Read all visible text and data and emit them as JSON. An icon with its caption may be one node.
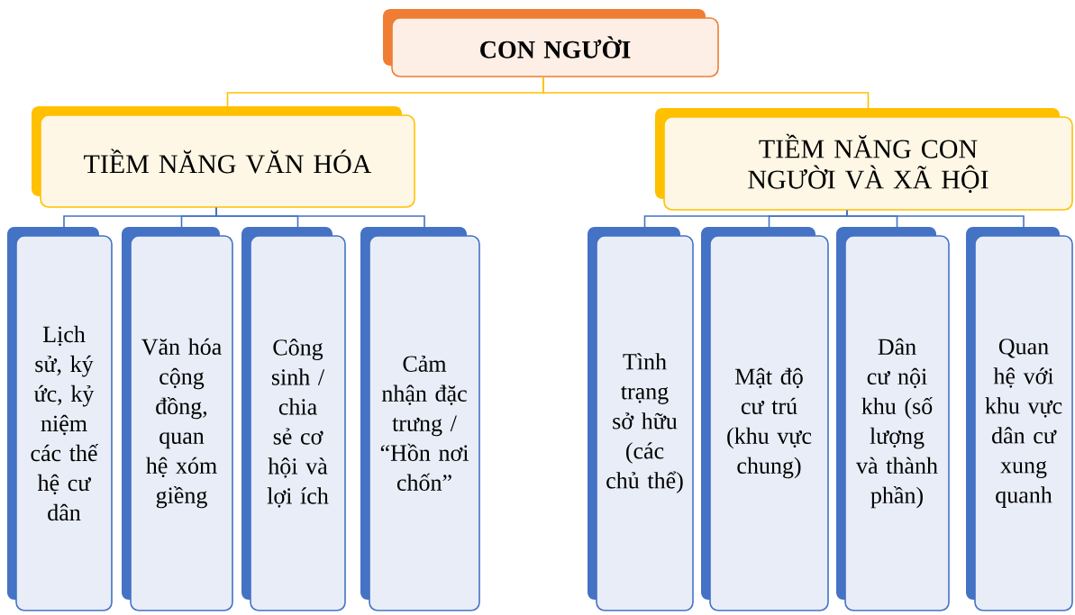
{
  "diagram": {
    "nodes": [
      {
        "text": [
          "CON NGƯỜI"
        ]
      },
      {
        "text": [
          "TIỀM NĂNG VĂN HÓA"
        ]
      },
      {
        "text": [
          "TIỀM NĂNG CON NGƯỜI VÀ XÃ HỘI"
        ]
      },
      {
        "text": [
          "Lịch sử, ký ức, kỷ niệm các thế hệ cư dân"
        ]
      },
      {
        "text": [
          "Văn hóa cộng đồng, quan hệ xóm giềng"
        ]
      },
      {
        "text": [
          "Công sinh / chia sẻ cơ hội và lợi ích"
        ]
      },
      {
        "text": [
          "Cảm nhận đặc trưng / “Hồn nơi chốn”"
        ]
      },
      {
        "text": [
          "Tình trạng sở hữu (các chủ thể)"
        ]
      },
      {
        "text": [
          "Mật độ cư trú (khu vực chung)"
        ]
      },
      {
        "text": [
          "Dân cư nội khu (số lượng và thành phần)"
        ]
      },
      {
        "text": [
          "Quan hệ với khu vực dân cư xung quanh"
        ]
      }
    ],
    "edges": [
      {
        "from": 0,
        "to": 1,
        "arrow": "none",
        "color": "#ffc000"
      },
      {
        "from": 0,
        "to": 2,
        "arrow": "none",
        "color": "#ffc000"
      },
      {
        "from": 1,
        "to": 3,
        "arrow": "none"
      },
      {
        "from": 1,
        "to": 4,
        "arrow": "none"
      },
      {
        "from": 1,
        "to": 5,
        "arrow": "none"
      },
      {
        "from": 1,
        "to": 6,
        "arrow": "none"
      },
      {
        "from": 2,
        "to": 7,
        "arrow": "none"
      },
      {
        "from": 2,
        "to": 8,
        "arrow": "none"
      },
      {
        "from": 2,
        "to": 9,
        "arrow": "none"
      },
      {
        "from": 2,
        "to": 10,
        "arrow": "none"
      }
    ]
  }
}
